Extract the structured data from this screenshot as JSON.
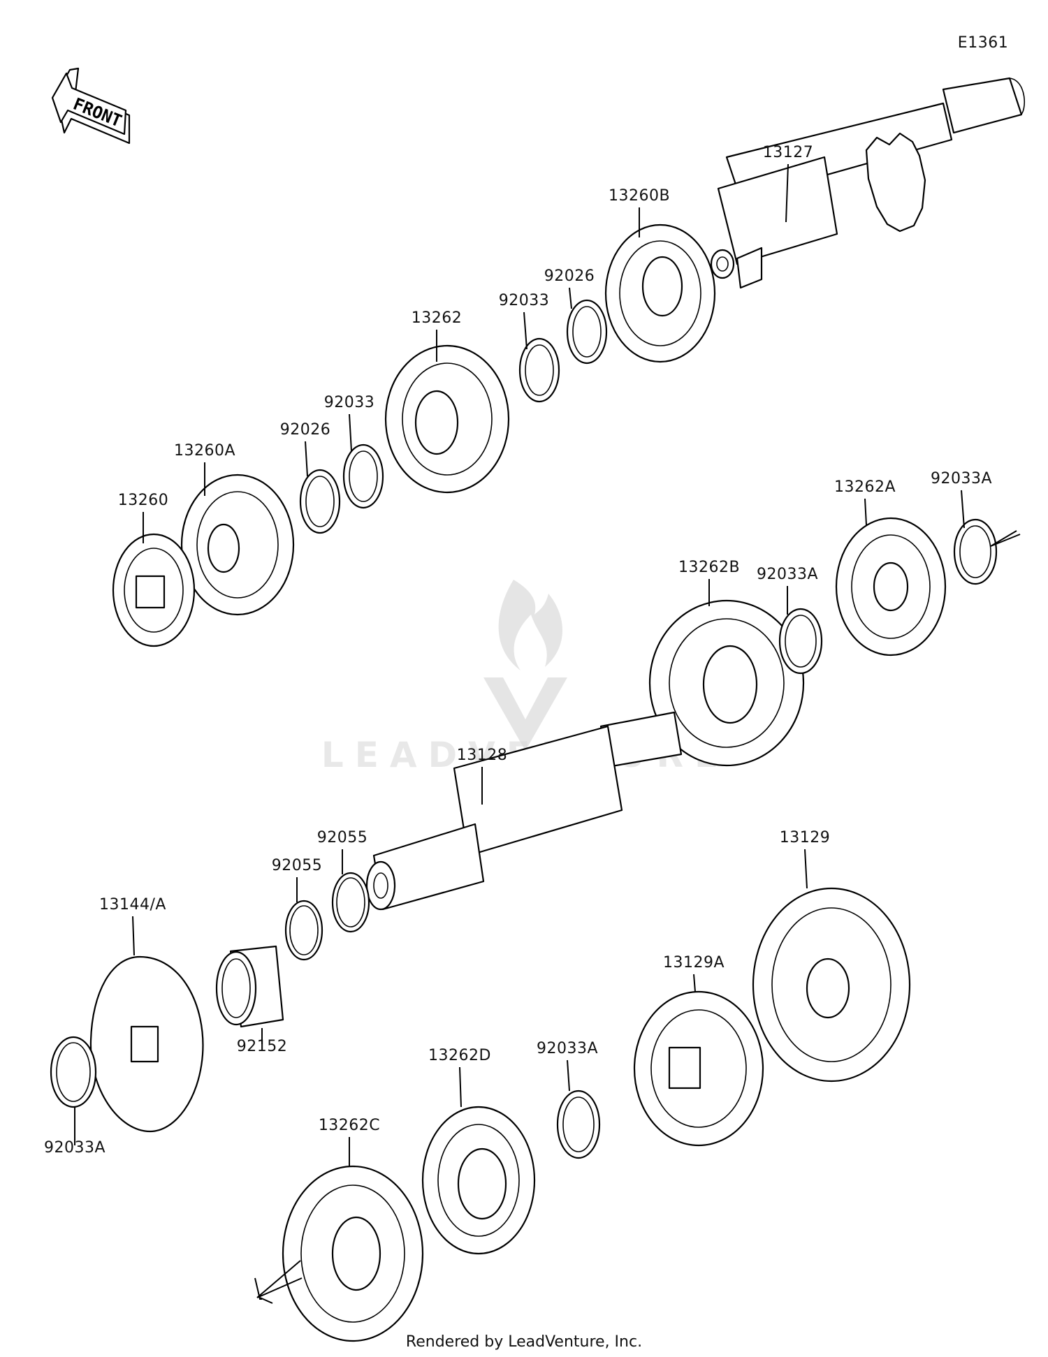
{
  "diagram_id": "E1361",
  "front_arrow_label": "FRONT",
  "footer": "Rendered by LeadVenture, Inc.",
  "watermark_text": "LEADVENTURE",
  "parts": [
    {
      "label": "13127"
    },
    {
      "label": "13260B"
    },
    {
      "label": "92026"
    },
    {
      "label": "92033"
    },
    {
      "label": "13262"
    },
    {
      "label": "92033"
    },
    {
      "label": "92026"
    },
    {
      "label": "13260A"
    },
    {
      "label": "13260"
    },
    {
      "label": "13262A"
    },
    {
      "label": "92033A"
    },
    {
      "label": "13262B"
    },
    {
      "label": "92033A"
    },
    {
      "label": "13128"
    },
    {
      "label": "92055"
    },
    {
      "label": "92055"
    },
    {
      "label": "13144/A"
    },
    {
      "label": "92152"
    },
    {
      "label": "92033A"
    },
    {
      "label": "13129"
    },
    {
      "label": "13129A"
    },
    {
      "label": "92033A"
    },
    {
      "label": "13262D"
    },
    {
      "label": "13262C"
    }
  ]
}
